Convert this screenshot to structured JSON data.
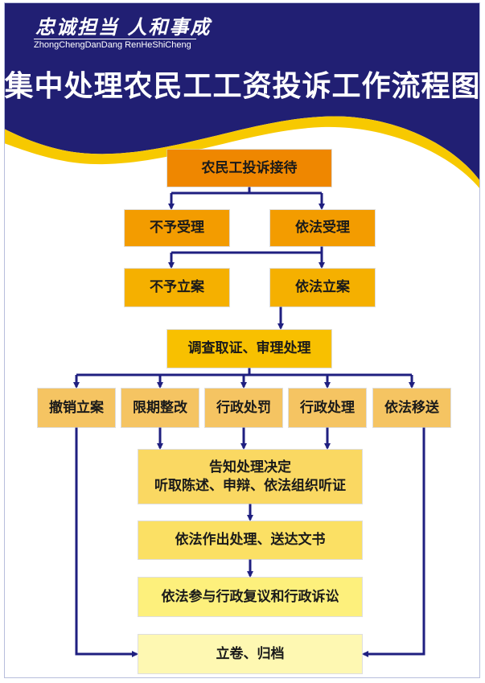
{
  "header": {
    "slogan": "忠诚担当 人和事成",
    "slogan_pinyin": "ZhongChengDanDang  RenHeShiCheng",
    "title": "集中处理农民工工资投诉工作流程图"
  },
  "colors": {
    "navy": "#211f73",
    "yellow_stripe": "#f7c900",
    "arrow": "#1f1f80"
  },
  "flow": {
    "intake": "农民工投诉接待",
    "reject": "不予受理",
    "accept": "依法受理",
    "no_case": "不予立案",
    "open_case": "依法立案",
    "investigate": "调查取证、审理处理",
    "outcomes": [
      "撤销立案",
      "限期整改",
      "行政处罚",
      "行政处理",
      "依法移送"
    ],
    "notify_line1": "告知处理决定",
    "notify_line2": "听取陈述、申辩、依法组织听证",
    "decide": "依法作出处理、送达文书",
    "review": "依法参与行政复议和行政诉讼",
    "archive": "立卷、归档"
  }
}
